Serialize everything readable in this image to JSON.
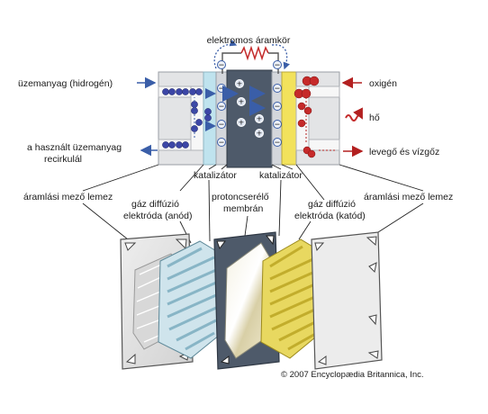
{
  "labels": {
    "circuit": "elektromos áramkör",
    "fuel": "üzemanyag (hidrogén)",
    "recirc_line1": "a használt üzemanyag",
    "recirc_line2": "recirkulál",
    "oxygen": "oxigén",
    "heat": "hő",
    "air_water": "levegő és vízgőz",
    "catalyst_left": "katalizátor",
    "catalyst_right": "katalizátor",
    "flow_plate_left": "áramlási mező lemez",
    "flow_plate_right": "áramlási mező lemez",
    "gdl_anode_line1": "gáz diffúzió",
    "gdl_anode_line2": "elektróda (anód)",
    "pem_line1": "protoncserélő",
    "pem_line2": "membrán",
    "gdl_cathode_line1": "gáz diffúzió",
    "gdl_cathode_line2": "elektróda (katód)"
  },
  "copyright": "© 2007 Encyclopædia Britannica, Inc.",
  "symbols": {
    "electron": "−",
    "proton": "+"
  },
  "colors": {
    "plate": "#e2e3e5",
    "anode_layer": "#bfe3ee",
    "catalyst": "#d4d7dc",
    "membrane": "#4e5a6a",
    "cathode_layer": "#f2e25c",
    "hydrogen": "#3c46a6",
    "oxygen": "#c62a2a",
    "arrow_blue": "#3a5ea8",
    "arrow_red": "#b32020",
    "gdl_blue": "#9cc3d3",
    "gdl_yellow": "#d9c43a"
  },
  "icons": [
    "resistor-icon",
    "heat-wave-icon",
    "hydrogen-molecule-icon",
    "oxygen-molecule-icon",
    "electron-icon",
    "proton-icon"
  ]
}
